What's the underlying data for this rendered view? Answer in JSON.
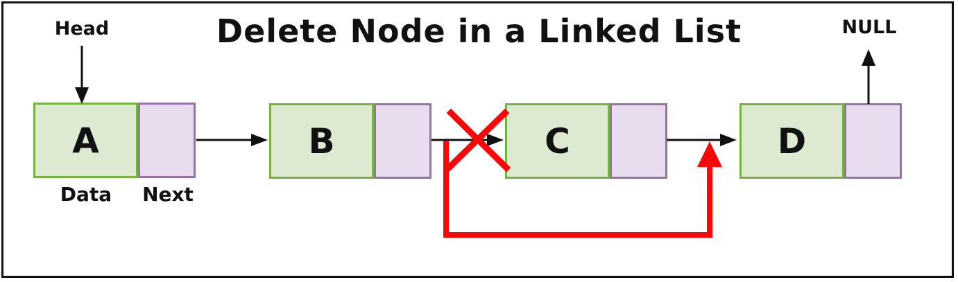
{
  "title": "Delete Node in a Linked List",
  "pointer_labels": {
    "head": "Head",
    "null": "NULL"
  },
  "field_labels": {
    "data": "Data",
    "next": "Next"
  },
  "nodes": [
    {
      "label": "A"
    },
    {
      "label": "B"
    },
    {
      "label": "C"
    },
    {
      "label": "D"
    }
  ],
  "edges": [
    {
      "name": "head-to-node-a",
      "style": "black-arrow-down"
    },
    {
      "name": "node-a-to-node-b",
      "style": "black-arrow-right"
    },
    {
      "name": "node-b-to-node-c",
      "style": "black-arrow-right",
      "status": "deleted-with-red-x"
    },
    {
      "name": "node-c-to-node-d",
      "style": "black-arrow-right"
    },
    {
      "name": "node-d-to-null",
      "style": "black-arrow-up"
    },
    {
      "name": "node-b-bypass-to-node-d",
      "style": "red-arrow-up",
      "status": "new-link"
    }
  ],
  "colors": {
    "data_cell_fill": "#dcead2",
    "data_cell_border": "#74b33e",
    "next_cell_fill": "#e8dcee",
    "next_cell_border": "#9673a6",
    "arrow_black": "#111111",
    "delete_red": "#f90808",
    "frame_border": "#111111",
    "background": "#ffffff"
  }
}
